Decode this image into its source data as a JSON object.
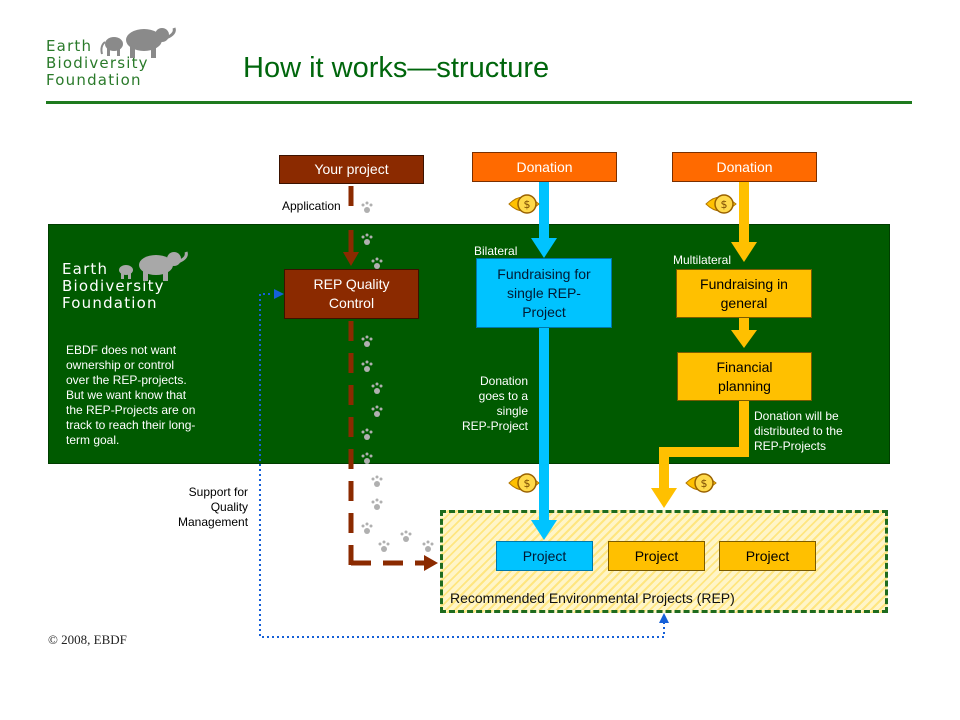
{
  "header": {
    "logo_lines": [
      "Earth",
      "Biodiversity",
      "Foundation"
    ],
    "title": "How it works—structure"
  },
  "panel": {
    "logo_lines": [
      "Earth",
      "Biodiversity",
      "Foundation"
    ],
    "description": "EBDF does not want\nownership or control\nover the REP-projects.\nBut we want know that\nthe REP-Projects are on\ntrack to reach their long-\nterm goal."
  },
  "nodes": {
    "your_project": "Your project",
    "donation_left": "Donation",
    "donation_right": "Donation",
    "quality_control": "REP Quality Control",
    "fundraising_single": "Fundraising for single REP-Project",
    "fundraising_general": "Fundraising in general",
    "financial_planning": "Financial planning",
    "project_1": "Project",
    "project_2": "Project",
    "project_3": "Project",
    "rep_label": "Recommended Environmental Projects (REP)"
  },
  "labels": {
    "application": "Application",
    "bilateral": "Bilateral",
    "multilateral": "Multilateral",
    "donation_single": "Donation\ngoes to a\nsingle\nREP-Project",
    "donation_distributed": "Donation will be\ndistributed to the\nREP-Projects",
    "support": "Support for\nQuality\nManagement"
  },
  "footer": {
    "copyright": "© 2008, EBDF"
  },
  "colors": {
    "title_green": "#00660c",
    "panel_green": "#005a00",
    "brown": "#8b2a00",
    "orange": "#ff6a00",
    "cyan": "#00c3ff",
    "yellow": "#ffc000",
    "dotted_blue": "#1560d8"
  },
  "icons": [
    "elephant-logo-icon",
    "money-eye-icon",
    "paw-print-icon"
  ]
}
